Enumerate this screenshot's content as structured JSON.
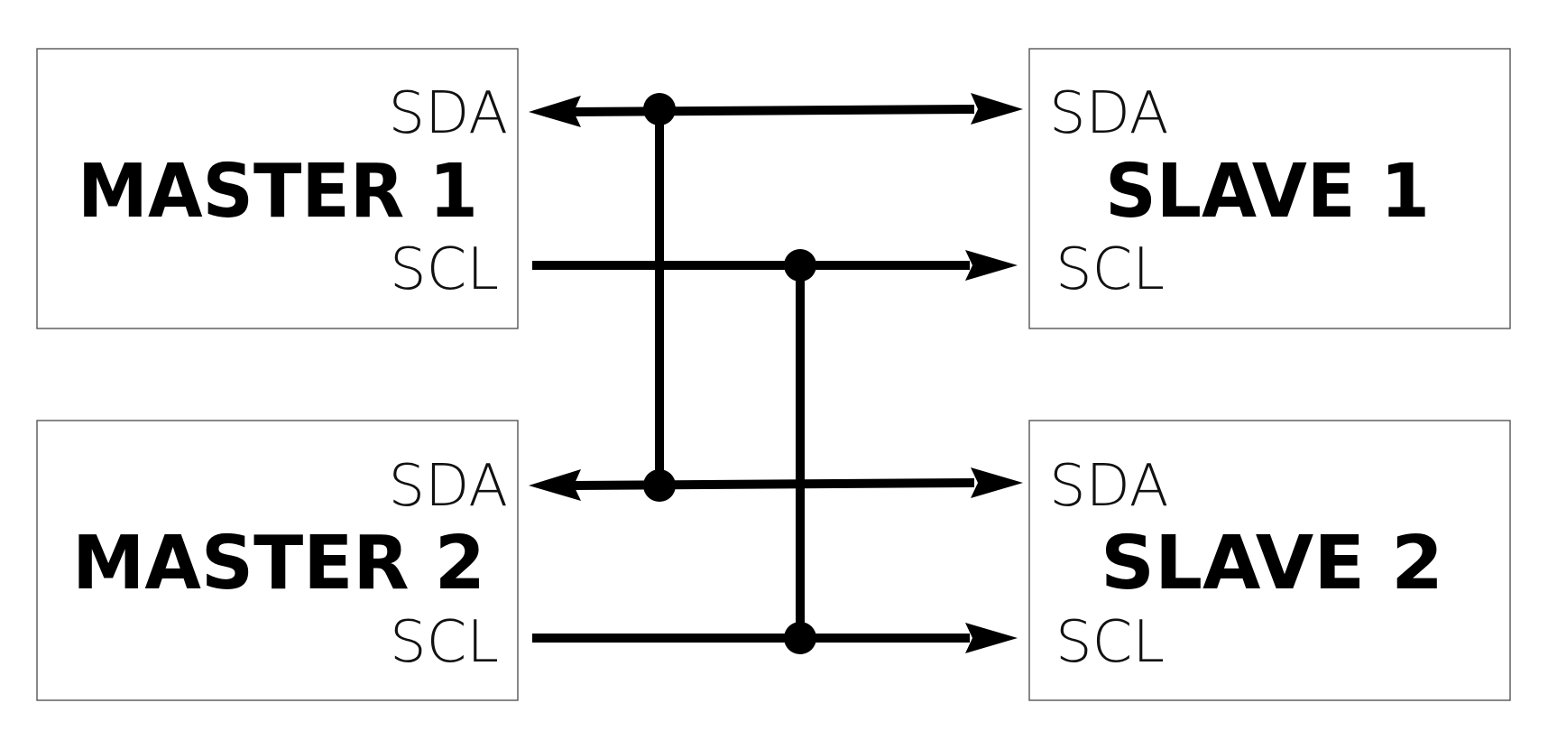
{
  "master1": {
    "title": "MASTER 1",
    "sda": "SDA",
    "scl": "SCL"
  },
  "master2": {
    "title": "MASTER 2",
    "sda": "SDA",
    "scl": "SCL"
  },
  "slave1": {
    "title": "SLAVE 1",
    "sda": "SDA",
    "scl": "SCL"
  },
  "slave2": {
    "title": "SLAVE 2",
    "sda": "SDA",
    "scl": "SCL"
  },
  "colors": {
    "line": "#000000",
    "box_border": "#555555",
    "background": "#ffffff"
  }
}
